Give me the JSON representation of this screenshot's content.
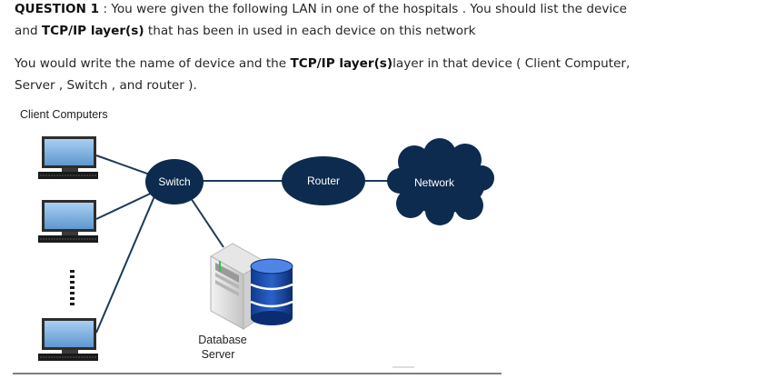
{
  "question": {
    "line1": {
      "label": "QUESTION 1",
      "text_a": " : You were given the following LAN  in one of the hospitals . You should list the device"
    },
    "line2": {
      "text_a": "and  ",
      "bold": "TCP/IP layer(s)",
      "text_b": " that has been in used in each device on this network"
    },
    "line3": {
      "text_a": "You would write the name of device and  the ",
      "bold": "TCP/IP layer(s)",
      "text_b": "layer in that device (  Client Computer,"
    },
    "line4": {
      "text_a": "Server , Switch ,  and router )."
    }
  },
  "diagram": {
    "client_label": "Client Computers",
    "switch_label": "Switch",
    "router_label": "Router",
    "network_label": "Network",
    "db_label_line1": "Database",
    "db_label_line2": "Server",
    "icons": [
      "computer-icon",
      "server-icon",
      "database-icon",
      "cloud-icon"
    ],
    "colors": {
      "node_fill": "#0d2b4e",
      "link": "#1c3a5a",
      "screen": "#7fb3e6"
    }
  }
}
